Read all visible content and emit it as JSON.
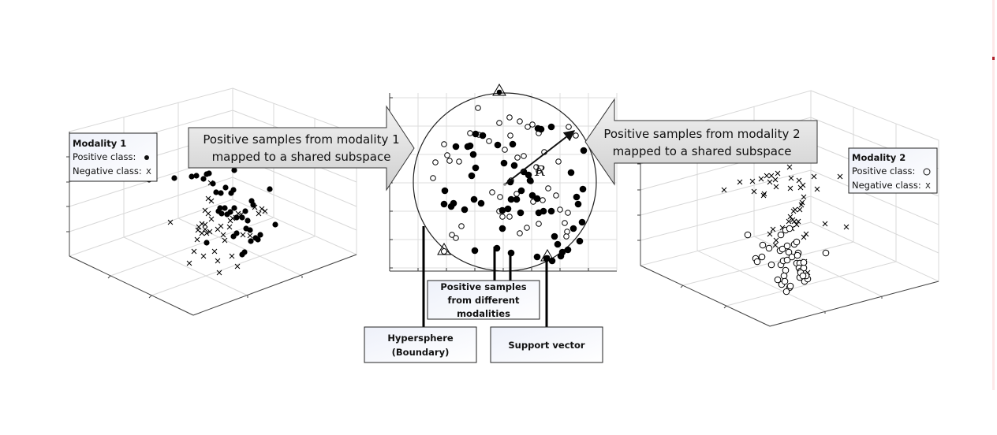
{
  "figure": {
    "left_plot": {
      "legend": {
        "title": "Modality 1",
        "positive_label": "Positive class:",
        "negative_label": "Negative class:",
        "positive_marker": "filled-dot",
        "negative_marker": "x",
        "negative_glyph": "X"
      },
      "positive_points": [
        [
          97,
          128
        ],
        [
          129,
          126
        ],
        [
          151,
          124
        ],
        [
          157,
          123
        ],
        [
          166,
          127
        ],
        [
          170,
          121
        ],
        [
          173,
          120
        ],
        [
          172,
          108
        ],
        [
          176,
          99
        ],
        [
          178,
          133
        ],
        [
          182,
          144
        ],
        [
          188,
          145
        ],
        [
          194,
          138
        ],
        [
          201,
          145
        ],
        [
          204,
          141
        ],
        [
          205,
          116
        ],
        [
          206,
          109
        ],
        [
          185,
          168
        ],
        [
          187,
          164
        ],
        [
          189,
          171
        ],
        [
          193,
          164
        ],
        [
          196,
          172
        ],
        [
          200,
          169
        ],
        [
          205,
          164
        ],
        [
          208,
          176
        ],
        [
          215,
          176
        ],
        [
          219,
          168
        ],
        [
          222,
          180
        ],
        [
          227,
          155
        ],
        [
          229,
          160
        ],
        [
          220,
          190
        ],
        [
          225,
          192
        ],
        [
          204,
          200
        ],
        [
          208,
          196
        ],
        [
          226,
          206
        ],
        [
          232,
          202
        ],
        [
          235,
          204
        ],
        [
          238,
          198
        ],
        [
          170,
          208
        ],
        [
          215,
          223
        ],
        [
          218,
          220
        ],
        [
          250,
          140
        ],
        [
          257,
          185
        ]
      ],
      "negative_points": [
        [
          175,
          132
        ],
        [
          172,
          152
        ],
        [
          176,
          155
        ],
        [
          168,
          167
        ],
        [
          172,
          171
        ],
        [
          176,
          178
        ],
        [
          168,
          185
        ],
        [
          164,
          184
        ],
        [
          159,
          192
        ],
        [
          168,
          191
        ],
        [
          170,
          196
        ],
        [
          174,
          194
        ],
        [
          184,
          191
        ],
        [
          188,
          187
        ],
        [
          199,
          188
        ],
        [
          200,
          180
        ],
        [
          203,
          177
        ],
        [
          207,
          176
        ],
        [
          210,
          171
        ],
        [
          214,
          172
        ],
        [
          191,
          198
        ],
        [
          193,
          205
        ],
        [
          160,
          188
        ],
        [
          164,
          196
        ],
        [
          158,
          204
        ],
        [
          154,
          219
        ],
        [
          180,
          219
        ],
        [
          166,
          225
        ],
        [
          184,
          231
        ],
        [
          202,
          225
        ],
        [
          209,
          238
        ],
        [
          148,
          234
        ],
        [
          186,
          246
        ],
        [
          124,
          182
        ],
        [
          231,
          163
        ],
        [
          236,
          171
        ],
        [
          240,
          165
        ],
        [
          244,
          168
        ],
        [
          216,
          198
        ],
        [
          225,
          199
        ]
      ]
    },
    "right_plot": {
      "legend": {
        "title": "Modality 2",
        "positive_label": "Positive class:",
        "negative_label": "Negative class:",
        "positive_marker": "open-circle",
        "negative_marker": "x",
        "negative_glyph": "X"
      },
      "positive_points": [
        [
          148,
          198
        ],
        [
          167,
          211
        ],
        [
          166,
          226
        ],
        [
          175,
          215
        ],
        [
          190,
          198
        ],
        [
          189,
          218
        ],
        [
          192,
          216
        ],
        [
          196,
          192
        ],
        [
          201,
          190
        ],
        [
          190,
          236
        ],
        [
          193,
          231
        ],
        [
          198,
          230
        ],
        [
          196,
          243
        ],
        [
          178,
          236
        ],
        [
          194,
          250
        ],
        [
          207,
          210
        ],
        [
          210,
          207
        ],
        [
          198,
          212
        ],
        [
          200,
          220
        ],
        [
          204,
          226
        ],
        [
          212,
          221
        ],
        [
          211,
          224
        ],
        [
          210,
          234
        ],
        [
          214,
          234
        ],
        [
          213,
          240
        ],
        [
          215,
          244
        ],
        [
          219,
          240
        ],
        [
          219,
          233
        ],
        [
          186,
          255
        ],
        [
          191,
          261
        ],
        [
          195,
          257
        ],
        [
          201,
          265
        ],
        [
          197,
          270
        ],
        [
          202,
          263
        ],
        [
          220,
          257
        ],
        [
          214,
          252
        ],
        [
          215,
          246
        ],
        [
          224,
          254
        ],
        [
          222,
          250
        ],
        [
          218,
          250
        ],
        [
          247,
          221
        ],
        [
          158,
          228
        ],
        [
          160,
          232
        ]
      ],
      "negative_points": [
        [
          118,
          141
        ],
        [
          138,
          131
        ],
        [
          156,
          143
        ],
        [
          154,
          130
        ],
        [
          165,
          127
        ],
        [
          169,
          146
        ],
        [
          168,
          148
        ],
        [
          172,
          123
        ],
        [
          178,
          123
        ],
        [
          176,
          131
        ],
        [
          183,
          128
        ],
        [
          186,
          120
        ],
        [
          184,
          137
        ],
        [
          201,
          112
        ],
        [
          203,
          126
        ],
        [
          202,
          139
        ],
        [
          213,
          129
        ],
        [
          215,
          138
        ],
        [
          218,
          135
        ],
        [
          219,
          150
        ],
        [
          232,
          124
        ],
        [
          236,
          140
        ],
        [
          265,
          124
        ],
        [
          206,
          168
        ],
        [
          208,
          166
        ],
        [
          214,
          166
        ],
        [
          216,
          160
        ],
        [
          217,
          157
        ],
        [
          202,
          175
        ],
        [
          200,
          181
        ],
        [
          205,
          179
        ],
        [
          207,
          181
        ],
        [
          212,
          181
        ],
        [
          204,
          190
        ],
        [
          192,
          189
        ],
        [
          180,
          191
        ],
        [
          176,
          197
        ],
        [
          184,
          205
        ],
        [
          210,
          185
        ],
        [
          219,
          201
        ],
        [
          222,
          197
        ],
        [
          246,
          184
        ],
        [
          273,
          188
        ],
        [
          216,
          233
        ],
        [
          224,
          246
        ],
        [
          220,
          232
        ],
        [
          183,
          211
        ]
      ]
    },
    "center_plot": {
      "radius_label": "R",
      "filled_points": [
        [
          603,
          170
        ],
        [
          612,
          172
        ],
        [
          596,
          185
        ],
        [
          593,
          186
        ],
        [
          578,
          186
        ],
        [
          600,
          196
        ],
        [
          631,
          184
        ],
        [
          650,
          183
        ],
        [
          598,
          223
        ],
        [
          603,
          213
        ],
        [
          647,
          231
        ],
        [
          610,
          258
        ],
        [
          639,
          207
        ],
        [
          652,
          210
        ],
        [
          664,
          218
        ],
        [
          670,
          222
        ],
        [
          672,
          229
        ],
        [
          661,
          242
        ],
        [
          681,
          252
        ],
        [
          682,
          163
        ],
        [
          686,
          164
        ],
        [
          699,
          161
        ],
        [
          740,
          191
        ],
        [
          724,
          219
        ],
        [
          739,
          240
        ],
        [
          733,
          259
        ],
        [
          727,
          290
        ],
        [
          735,
          306
        ],
        [
          720,
          317
        ],
        [
          707,
          310
        ],
        [
          711,
          325
        ],
        [
          700,
          331
        ],
        [
          713,
          320
        ],
        [
          693,
          328
        ],
        [
          681,
          326
        ],
        [
          648,
          321
        ],
        [
          630,
          315
        ],
        [
          602,
          318
        ],
        [
          655,
          253
        ],
        [
          637,
          267
        ],
        [
          637,
          290
        ],
        [
          689,
          268
        ],
        [
          683,
          270
        ],
        [
          644,
          265
        ],
        [
          703,
          300
        ],
        [
          731,
          250
        ],
        [
          738,
          282
        ],
        [
          675,
          248
        ],
        [
          699,
          268
        ],
        [
          660,
          270
        ],
        [
          648,
          253
        ],
        [
          575,
          258
        ],
        [
          563,
          259
        ],
        [
          564,
          242
        ],
        [
          572,
          262
        ],
        [
          601,
          253
        ],
        [
          589,
          266
        ]
      ],
      "open_points": [
        [
          606,
          137
        ],
        [
          646,
          149
        ],
        [
          659,
          154
        ],
        [
          669,
          161
        ],
        [
          675,
          158
        ],
        [
          683,
          169
        ],
        [
          721,
          161
        ],
        [
          730,
          172
        ],
        [
          647,
          172
        ],
        [
          633,
          156
        ],
        [
          640,
          190
        ],
        [
          596,
          169
        ],
        [
          607,
          171
        ],
        [
          620,
          179
        ],
        [
          563,
          183
        ],
        [
          567,
          197
        ],
        [
          570,
          204
        ],
        [
          582,
          205
        ],
        [
          552,
          206
        ],
        [
          549,
          226
        ],
        [
          656,
          200
        ],
        [
          664,
          198
        ],
        [
          690,
          193
        ],
        [
          708,
          205
        ],
        [
          680,
          212
        ],
        [
          683,
          217
        ],
        [
          673,
          230
        ],
        [
          695,
          239
        ],
        [
          705,
          248
        ],
        [
          624,
          244
        ],
        [
          634,
          250
        ],
        [
          655,
          246
        ],
        [
          676,
          256
        ],
        [
          688,
          254
        ],
        [
          710,
          266
        ],
        [
          720,
          270
        ],
        [
          716,
          283
        ],
        [
          719,
          294
        ],
        [
          718,
          300
        ],
        [
          585,
          287
        ],
        [
          573,
          298
        ],
        [
          578,
          302
        ],
        [
          659,
          296
        ],
        [
          668,
          289
        ],
        [
          683,
          284
        ],
        [
          648,
          229
        ],
        [
          646,
          275
        ],
        [
          633,
          268
        ],
        [
          637,
          275
        ]
      ],
      "support_vectors": [
        [
          633,
          116
        ],
        [
          563,
          318
        ],
        [
          694,
          326
        ]
      ]
    },
    "arrows": {
      "left_text_line1": "Positive samples from modality 1",
      "left_text_line2": "mapped to a shared subspace",
      "right_text_line1": "Positive samples from modality 2",
      "right_text_line2": "mapped to a shared subspace"
    },
    "callouts": {
      "positive_samples_line1": "Positive samples",
      "positive_samples_line2": "from different",
      "positive_samples_line3": "modalities",
      "hypersphere_line1": "Hypersphere",
      "hypersphere_line2": "(Boundary)",
      "support_vector": "Support vector"
    },
    "icons": {
      "positive_marker_modality1": "filled-dot",
      "positive_marker_modality2": "open-circle",
      "negative_marker": "x-cross",
      "support_vector_marker": "triangle"
    }
  }
}
